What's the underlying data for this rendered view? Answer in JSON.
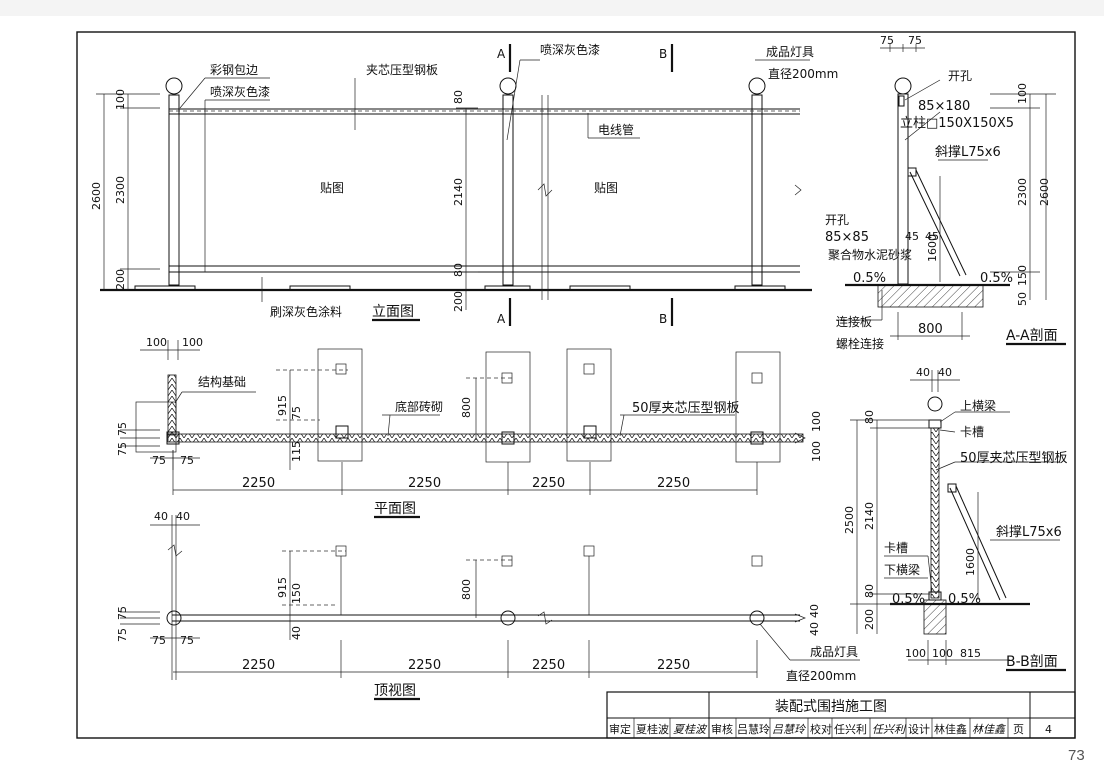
{
  "page_number": "73",
  "section_marks": {
    "a_label": "A",
    "b_label": "B"
  },
  "elevation": {
    "title": "立面图",
    "labels": {
      "color_steel_edge": "彩钢包边",
      "grey_paint": "喷深灰色漆",
      "sandwich_panel": "夹芯压型钢板",
      "grey_paint_2": "喷深灰色漆",
      "lamp": "成品灯具",
      "lamp_dia": "直径200mm",
      "conduit": "电线管",
      "poster_1": "贴图",
      "poster_2": "贴图",
      "ground_coating": "刷深灰色涂料"
    },
    "dims": {
      "d100": "100",
      "d2300": "2300",
      "d2600": "2600",
      "d200": "200",
      "d80a": "80",
      "d2140": "2140",
      "d80b": "80",
      "d200b": "200"
    }
  },
  "section_aa": {
    "title": "A-A剖面",
    "labels": {
      "d75a": "75",
      "d75b": "75",
      "hole": "开孔",
      "hole_size": "85×180",
      "post": "立柱□150X150X5",
      "brace": "斜撑L75x6",
      "hole2": "开孔",
      "hole2_size": "85×85",
      "mortar": "聚合物水泥砂浆",
      "d45a": "45",
      "d45b": "45",
      "d1600": "1600",
      "slope1": "0.5%",
      "slope2": "0.5%",
      "plate": "连接板",
      "bolt": "螺栓连接",
      "d800": "800",
      "d100": "100",
      "d2300": "2300",
      "d2600": "2600",
      "d150": "150",
      "d50": "50"
    }
  },
  "plan": {
    "title": "平面图",
    "labels": {
      "d100a": "100",
      "d100b": "100",
      "foundation": "结构基础",
      "brick": "底部砖砌",
      "panel50": "50厚夹芯压型钢板",
      "d915": "915",
      "d75": "75",
      "d115": "115",
      "d800": "800",
      "d75l1": "75",
      "d75l2": "75",
      "d75b1": "75",
      "d75b2": "75",
      "d100r1": "100",
      "d100r2": "100"
    },
    "spans": [
      "2250",
      "2250",
      "2250",
      "2250"
    ]
  },
  "top_view": {
    "title": "顶视图",
    "labels": {
      "d40a": "40",
      "d40b": "40",
      "d915": "915",
      "d150": "150",
      "d40": "40",
      "d800": "800",
      "d75l1": "75",
      "d75l2": "75",
      "d75b1": "75",
      "d75b2": "75",
      "d40r1": "40",
      "d40r2": "40",
      "lamp": "成品灯具",
      "lamp_dia": "直径200mm"
    },
    "spans": [
      "2250",
      "2250",
      "2250",
      "2250"
    ]
  },
  "section_bb": {
    "title": "B-B剖面",
    "labels": {
      "d40a": "40",
      "d40b": "40",
      "top_beam": "上横梁",
      "slot1": "卡槽",
      "panel50": "50厚夹芯压型钢板",
      "brace": "斜撑L75x6",
      "slot2": "卡槽",
      "bottom_beam": "下横梁",
      "slope1": "0.5%",
      "slope2": "0.5%",
      "d80a": "80",
      "d2140": "2140",
      "d2500": "2500",
      "d80b": "80",
      "d200": "200",
      "d1600": "1600",
      "d100a": "100",
      "d100b": "100",
      "d815": "815"
    }
  },
  "title_block": {
    "title": "装配式围挡施工图",
    "cells": [
      "审定",
      "夏桂波",
      "夏桂波",
      "审核",
      "吕慧玲",
      "吕慧玲",
      "校对",
      "任兴利",
      "任兴利",
      "设计",
      "林佳鑫",
      "林佳鑫",
      "页",
      "4"
    ]
  }
}
